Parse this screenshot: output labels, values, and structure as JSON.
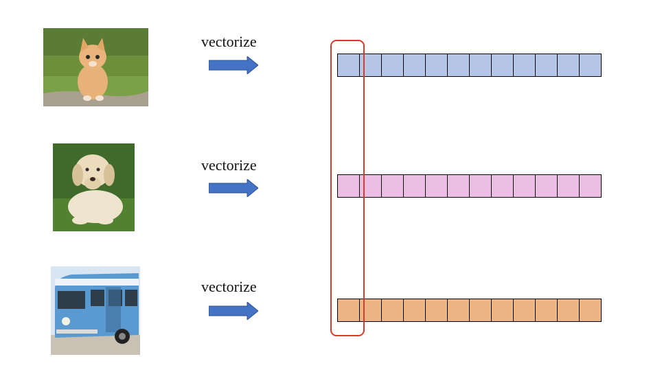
{
  "rows": [
    {
      "image": "kitten-photo",
      "label": "vectorize",
      "vector_color": "#b4c5e6",
      "cells": 12
    },
    {
      "image": "dog-photo",
      "label": "vectorize",
      "vector_color": "#eabde2",
      "cells": 12
    },
    {
      "image": "bus-photo",
      "label": "vectorize",
      "vector_color": "#edb583",
      "cells": 12
    }
  ],
  "arrow_color": "#4472c4",
  "highlight_color": "#d8392b",
  "highlighted_column": 1
}
